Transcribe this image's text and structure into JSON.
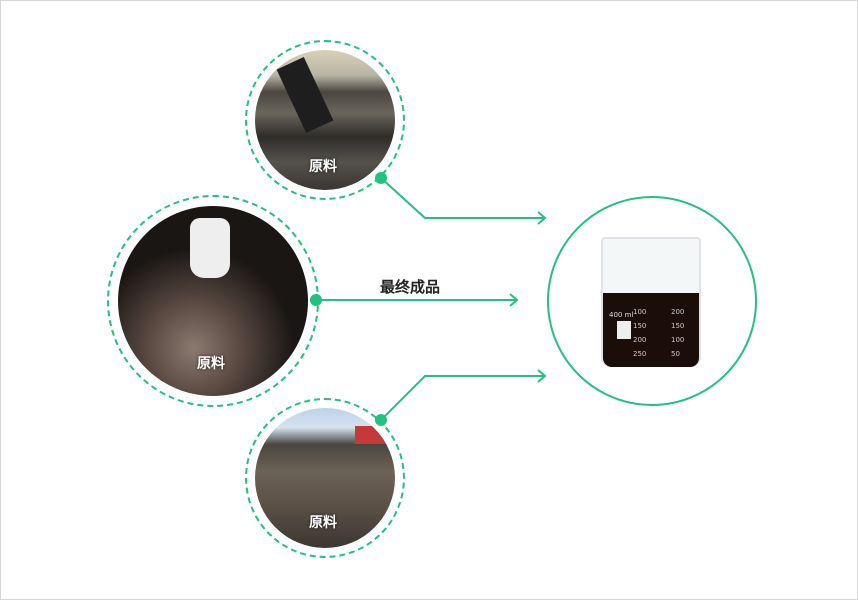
{
  "raw_label_top": "原料",
  "raw_label_mid": "原料",
  "raw_label_bottom": "原料",
  "product_label": "最终成品",
  "beaker": {
    "volume": "400 ml",
    "left_scale": [
      "100",
      "150",
      "200",
      "250"
    ],
    "right_scale": [
      "200",
      "150",
      "100",
      "50"
    ]
  },
  "colors": {
    "accent": "#22c17e"
  }
}
